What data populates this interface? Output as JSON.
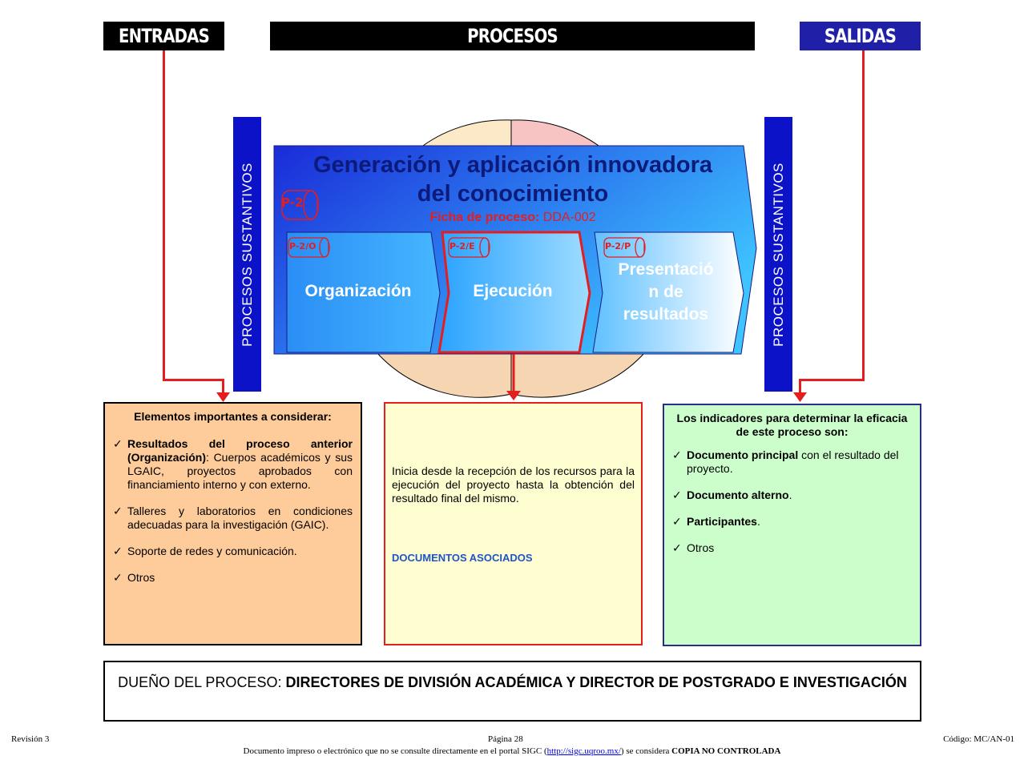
{
  "headers": {
    "entradas": "ENTRADAS",
    "procesos": "PROCESOS",
    "salidas": "SALIDAS"
  },
  "side_label_left": "PROCESOS SUSTANTIVOS",
  "side_label_right": "PROCESOS SUSTANTIVOS",
  "main_process": {
    "title_line1": "Generación y aplicación innovadora",
    "title_line2": "del conocimiento",
    "code": "P-2",
    "ficha_label": "Ficha de proceso:",
    "ficha_code": "DDA-002"
  },
  "subprocesses": [
    {
      "code": "P-2/O",
      "label": "Organización"
    },
    {
      "code": "P-2/E",
      "label": "Ejecución"
    },
    {
      "code": "P-2/P",
      "label_lines": [
        "Presentació",
        "n de",
        "resultados"
      ]
    }
  ],
  "entradas_panel": {
    "title": "Elementos importantes a considerar:",
    "item1_bold": "Resultados del proceso anterior (Organización)",
    "item1_rest": ": Cuerpos académicos y sus LGAIC, proyectos aprobados con financiamiento interno y con externo.",
    "item2": "Talleres y laboratorios en condiciones adecuadas para la investigación (GAIC).",
    "item3": "Soporte de redes y comunicación.",
    "item4": "Otros"
  },
  "procesos_panel": {
    "description": "Inicia desde la recepción de los recursos para la ejecución del proyecto hasta la obtención del resultado final del mismo.",
    "docs_label": "DOCUMENTOS ASOCIADOS"
  },
  "salidas_panel": {
    "title": "Los indicadores para determinar la eficacia de este proceso son:",
    "item1_bold": "Documento principal",
    "item1_rest": " con el resultado del proyecto.",
    "item2_bold": "Documento alterno",
    "item2_rest": ".",
    "item3_bold": "Participantes",
    "item3_rest": ".",
    "item4": "Otros"
  },
  "owner": {
    "label": "DUEÑO DEL PROCESO:",
    "value": "DIRECTORES DE DIVISIÓN ACADÉMICA Y DIRECTOR DE POSTGRADO E INVESTIGACIÓN"
  },
  "footer": {
    "revision": "Revisión 3",
    "page": "Página 28",
    "code": "Código: MC/AN-01",
    "note_before": "Documento impreso o electrónico que no se consulte directamente en el portal SIGC (",
    "link": "http://sigc.uqroo.mx/",
    "note_after": ") se considera ",
    "note_bold": "COPIA NO CONTROLADA"
  },
  "colors": {
    "red": "#e41e1e",
    "blue_bar": "#0b12c8",
    "entradas_fill": "#fecb9a",
    "procesos_fill": "#fefed0",
    "salidas_fill": "#ccfecc",
    "salidas_border": "#2b2b8c"
  }
}
